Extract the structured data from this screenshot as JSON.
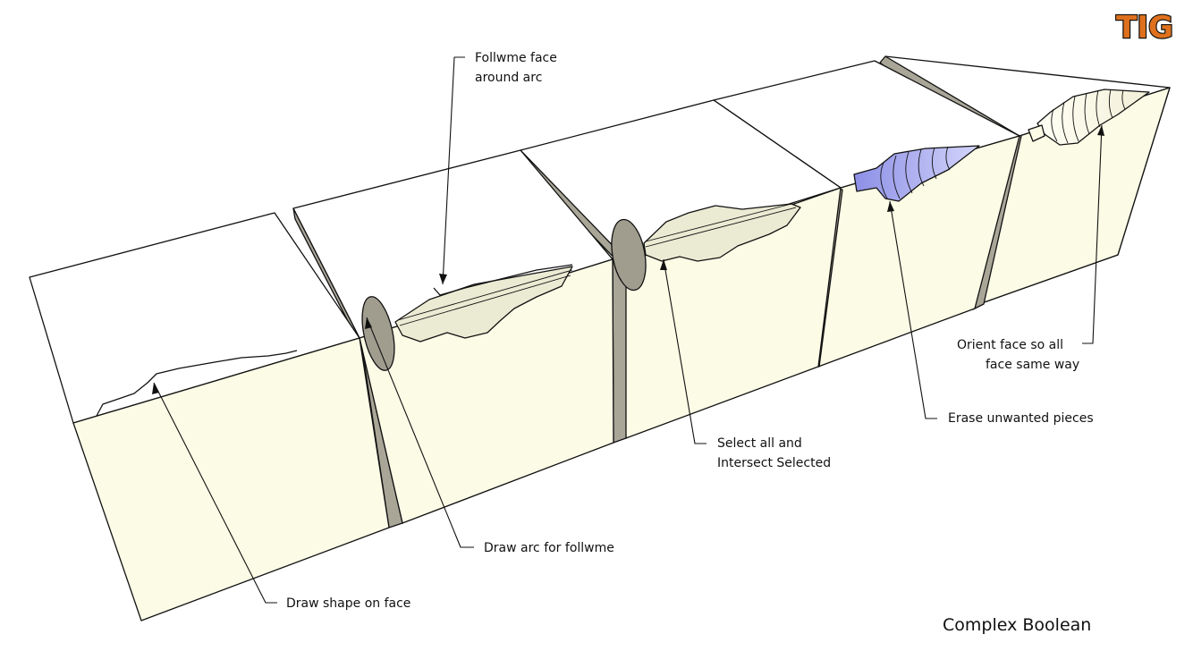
{
  "title": "Complex Boolean",
  "logo_text": "TIG",
  "colors": {
    "face_front": "#fbfbe6",
    "face_top": "#ffffff",
    "face_side": "#a9a698",
    "cut_face": "#ebebd4",
    "arc_disc": "#a09d8f",
    "tool_blue": "#a7a9f0",
    "outline": "#111111"
  },
  "callouts": [
    {
      "line1": "Follwme face",
      "line2": "around arc"
    },
    {
      "line1": "Draw arc for follwme",
      "line2": ""
    },
    {
      "line1": "Draw shape on face",
      "line2": ""
    },
    {
      "line1": "Select all and",
      "line2": "Intersect Selected"
    },
    {
      "line1": "Erase unwanted pieces",
      "line2": ""
    },
    {
      "line1": "Orient face so all",
      "line2": "face same way"
    }
  ]
}
